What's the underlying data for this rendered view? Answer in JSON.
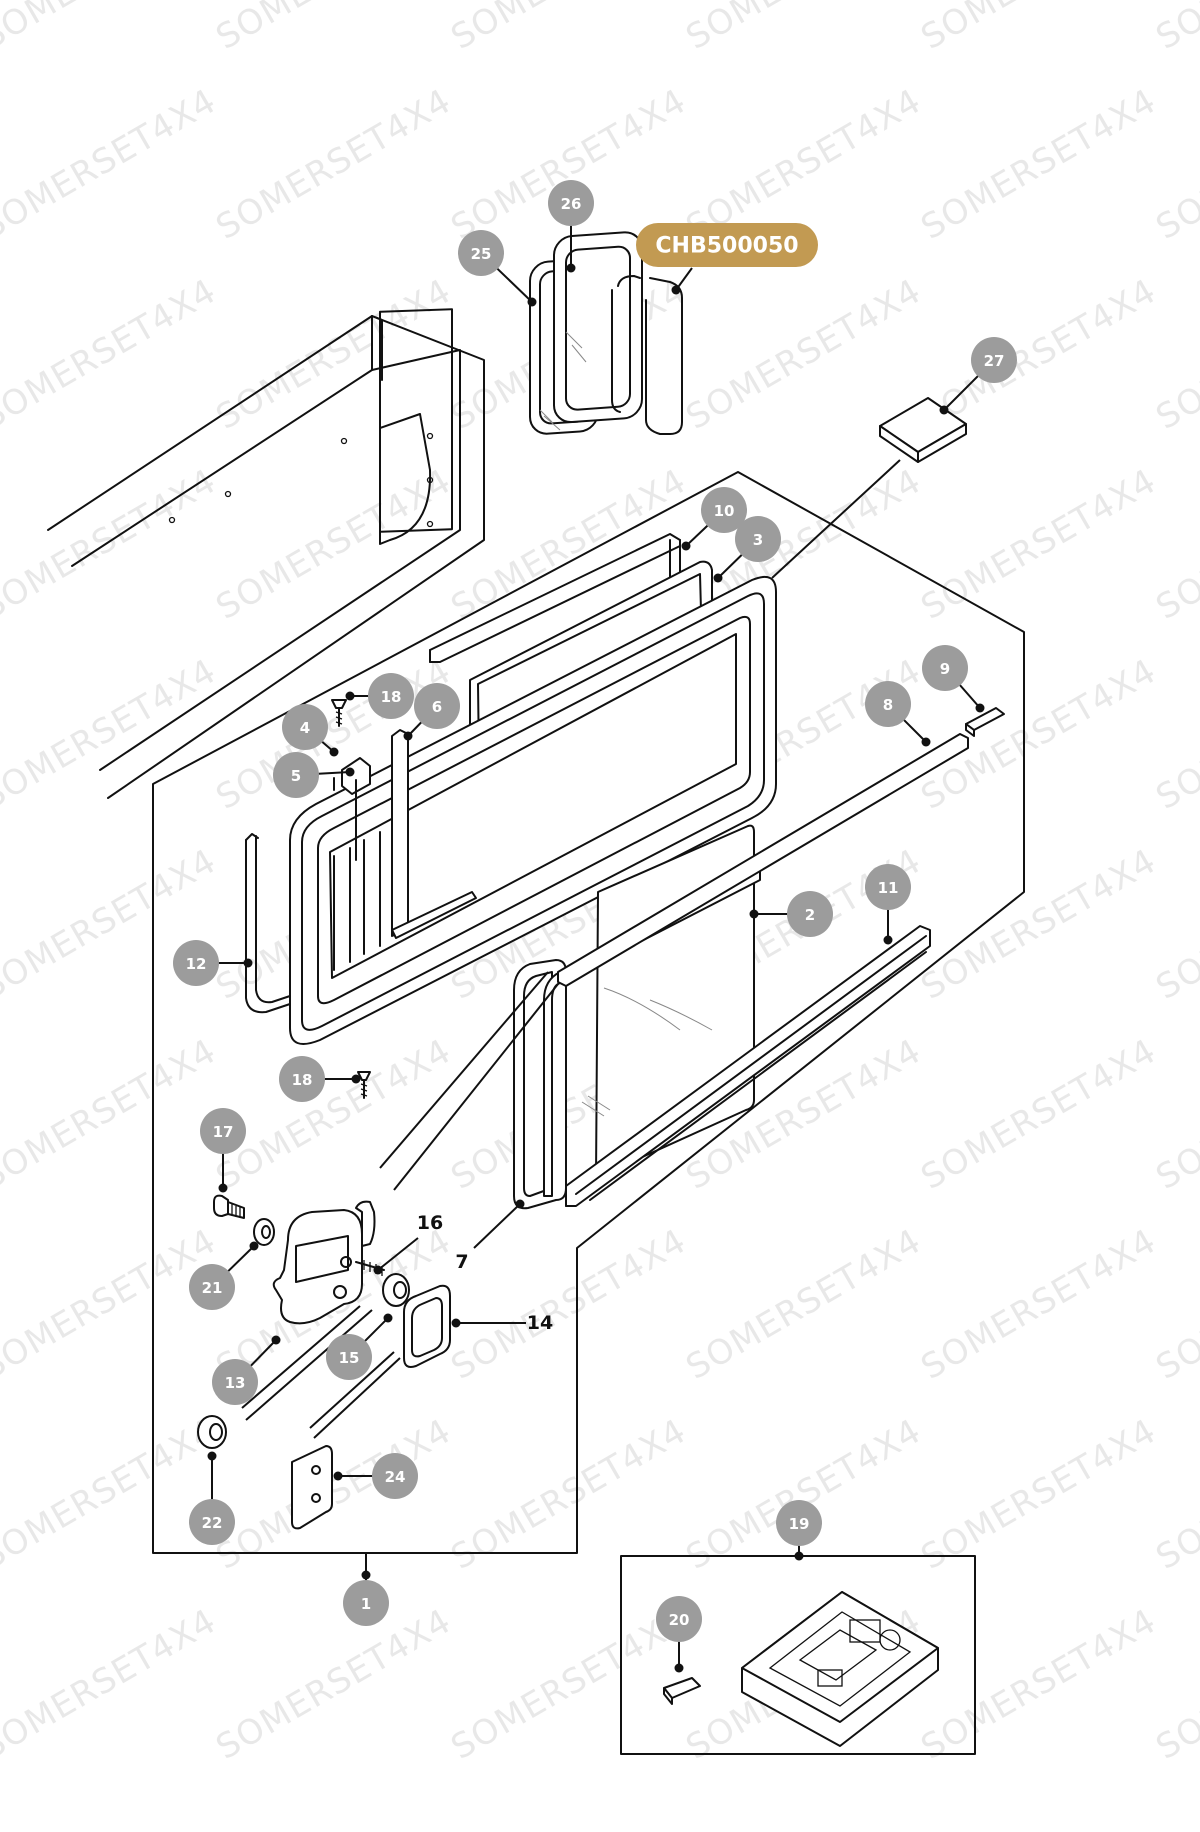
{
  "watermark": "SOMERSET4X4",
  "badge": {
    "text": "CHB500050",
    "color": "#c29a52"
  },
  "colors": {
    "callout": "#9c9c9c",
    "line": "#111111",
    "background": "#ffffff"
  },
  "callouts": [
    {
      "id": "c1",
      "label": "1"
    },
    {
      "id": "c2",
      "label": "2"
    },
    {
      "id": "c3",
      "label": "3"
    },
    {
      "id": "c4",
      "label": "4"
    },
    {
      "id": "c5",
      "label": "5"
    },
    {
      "id": "c6",
      "label": "6"
    },
    {
      "id": "c8",
      "label": "8"
    },
    {
      "id": "c9",
      "label": "9"
    },
    {
      "id": "c10",
      "label": "10"
    },
    {
      "id": "c11",
      "label": "11"
    },
    {
      "id": "c12",
      "label": "12"
    },
    {
      "id": "c13",
      "label": "13"
    },
    {
      "id": "c15",
      "label": "15"
    },
    {
      "id": "c17",
      "label": "17"
    },
    {
      "id": "c18a",
      "label": "18"
    },
    {
      "id": "c18b",
      "label": "18"
    },
    {
      "id": "c19",
      "label": "19"
    },
    {
      "id": "c20",
      "label": "20"
    },
    {
      "id": "c21",
      "label": "21"
    },
    {
      "id": "c22",
      "label": "22"
    },
    {
      "id": "c24",
      "label": "24"
    },
    {
      "id": "c25",
      "label": "25"
    },
    {
      "id": "c26",
      "label": "26"
    },
    {
      "id": "c27",
      "label": "27"
    }
  ],
  "plain_labels": [
    {
      "id": "p7",
      "label": "7"
    },
    {
      "id": "p14",
      "label": "14"
    },
    {
      "id": "p16",
      "label": "16"
    }
  ]
}
